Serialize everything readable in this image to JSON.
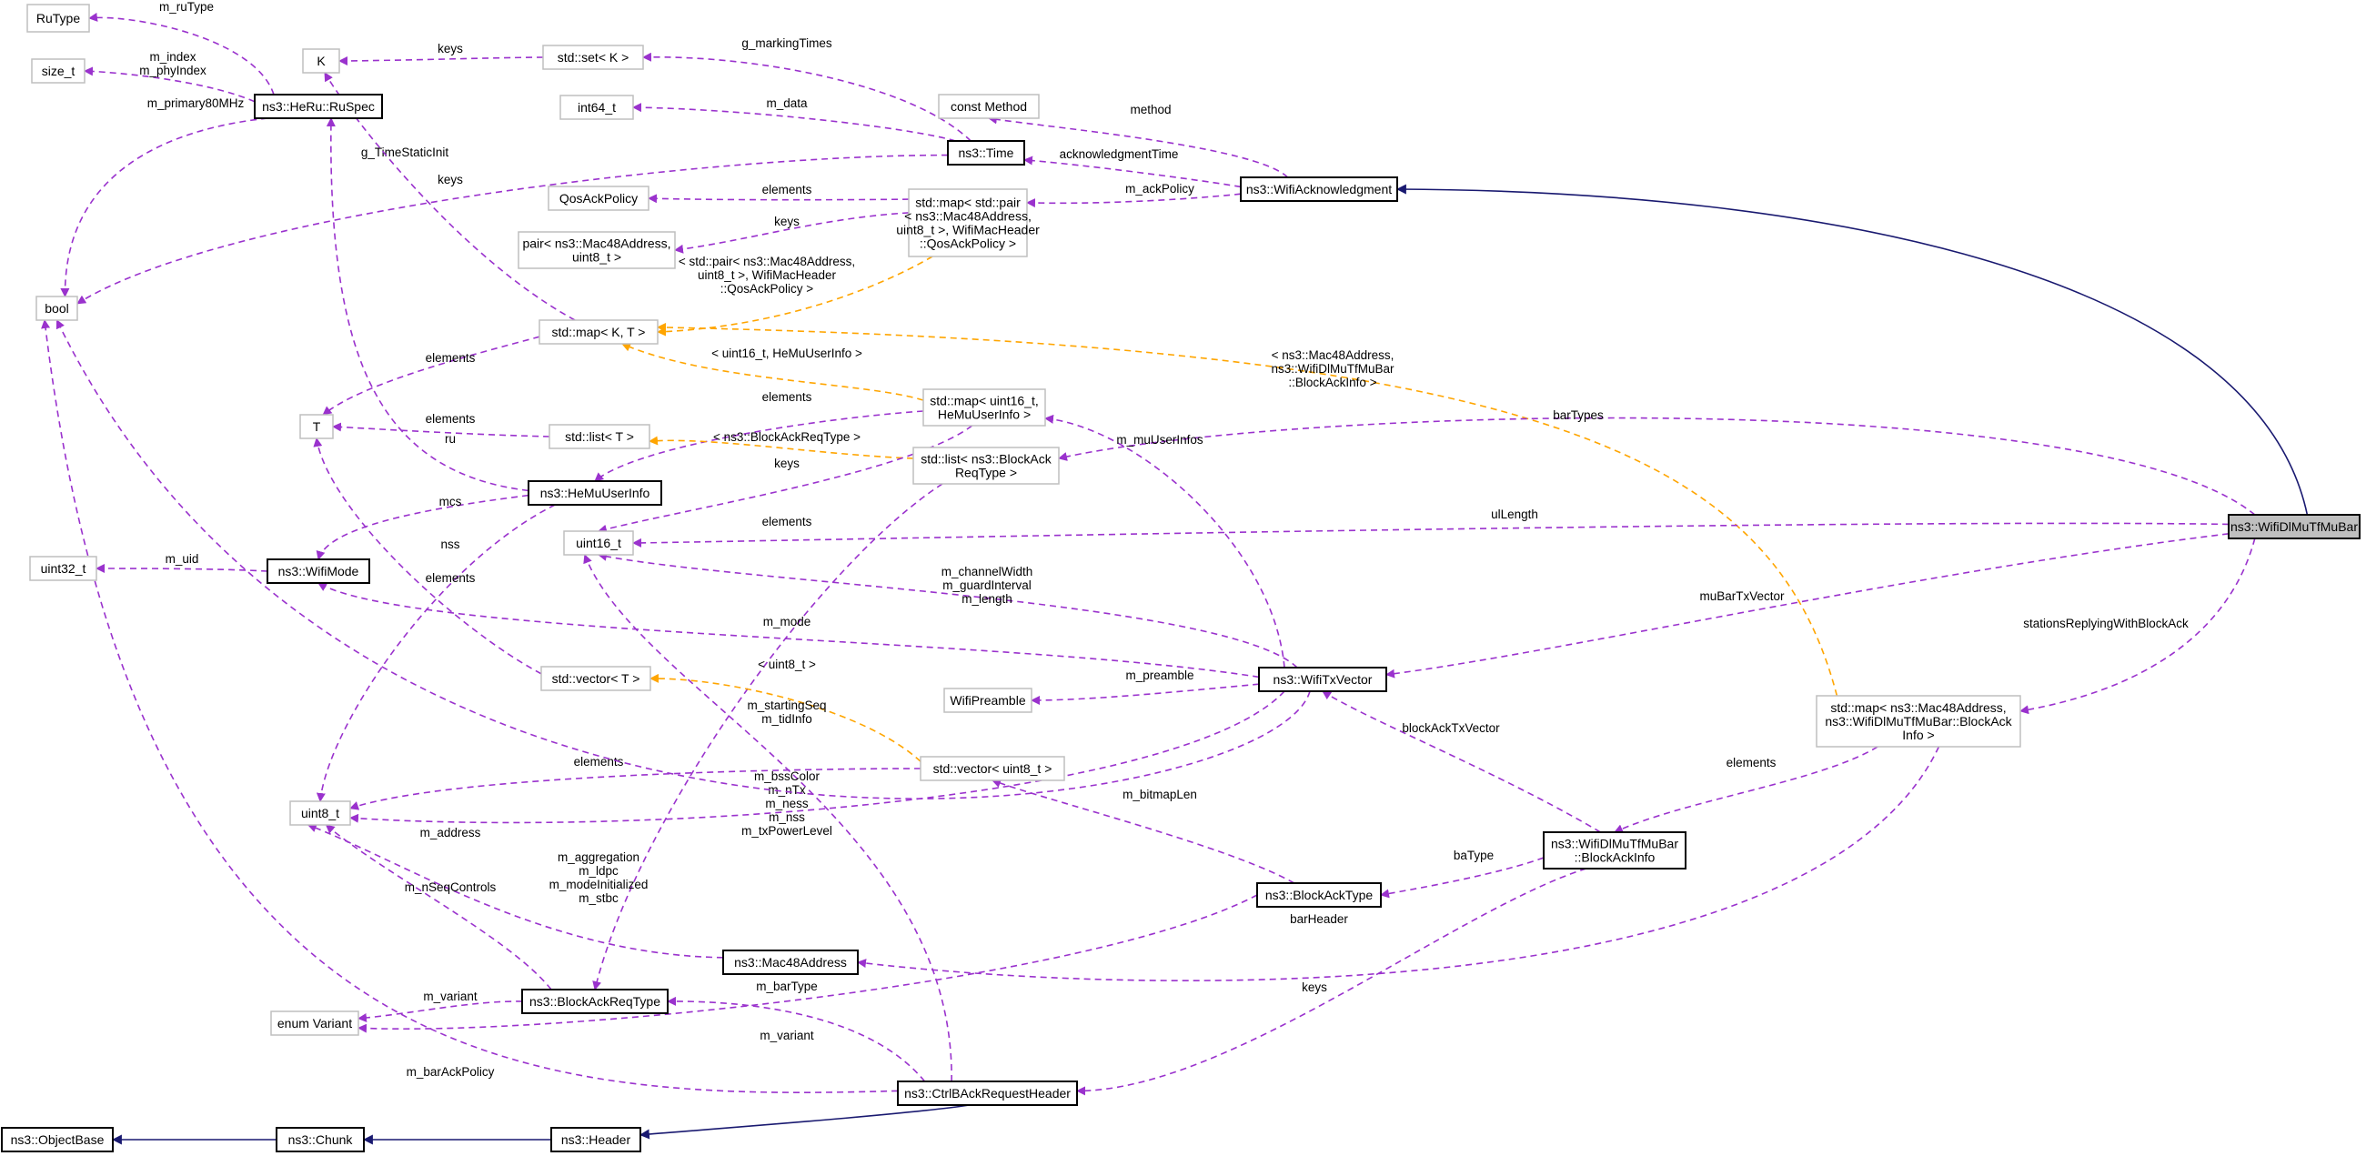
{
  "nodes": {
    "ru_type": {
      "lines": [
        "RuType"
      ],
      "kind": "plain"
    },
    "size_t": {
      "lines": [
        "size_t"
      ],
      "kind": "plain"
    },
    "k": {
      "lines": [
        "K"
      ],
      "kind": "plain"
    },
    "ru_spec": {
      "lines": [
        "ns3::HeRu::RuSpec"
      ],
      "kind": "class"
    },
    "set_k": {
      "lines": [
        "std::set< K >"
      ],
      "kind": "plain"
    },
    "int64": {
      "lines": [
        "int64_t"
      ],
      "kind": "plain"
    },
    "const_method": {
      "lines": [
        "const Method"
      ],
      "kind": "plain"
    },
    "time": {
      "lines": [
        "ns3::Time"
      ],
      "kind": "class"
    },
    "wifi_ack": {
      "lines": [
        "ns3::WifiAcknowledgment"
      ],
      "kind": "class"
    },
    "qos_ack": {
      "lines": [
        "QosAckPolicy"
      ],
      "kind": "plain"
    },
    "map_pair_qos": {
      "lines": [
        "std::map< std::pair",
        "< ns3::Mac48Address,",
        "uint8_t >, WifiMacHeader",
        "::QosAckPolicy >"
      ],
      "kind": "plain"
    },
    "pair_mac": {
      "lines": [
        "pair< ns3::Mac48Address,",
        "uint8_t >"
      ],
      "kind": "plain"
    },
    "bool": {
      "lines": [
        "bool"
      ],
      "kind": "plain"
    },
    "map_kt": {
      "lines": [
        "std::map< K, T >"
      ],
      "kind": "plain"
    },
    "t": {
      "lines": [
        "T"
      ],
      "kind": "plain"
    },
    "map_uint16": {
      "lines": [
        "std::map< uint16_t,",
        "HeMuUserInfo >"
      ],
      "kind": "plain"
    },
    "list_t": {
      "lines": [
        "std::list< T >"
      ],
      "kind": "plain"
    },
    "list_bar": {
      "lines": [
        "std::list< ns3::BlockAck",
        "ReqType >"
      ],
      "kind": "plain"
    },
    "he_mu": {
      "lines": [
        "ns3::HeMuUserInfo"
      ],
      "kind": "class"
    },
    "uint16": {
      "lines": [
        "uint16_t"
      ],
      "kind": "plain"
    },
    "focus": {
      "lines": [
        "ns3::WifiDlMuTfMuBar"
      ],
      "kind": "focus"
    },
    "uint32": {
      "lines": [
        "uint32_t"
      ],
      "kind": "plain"
    },
    "wifi_mode": {
      "lines": [
        "ns3::WifiMode"
      ],
      "kind": "class"
    },
    "vector_t": {
      "lines": [
        "std::vector< T >"
      ],
      "kind": "plain"
    },
    "wifi_tx": {
      "lines": [
        "ns3::WifiTxVector"
      ],
      "kind": "class"
    },
    "wifi_pre": {
      "lines": [
        "WifiPreamble"
      ],
      "kind": "plain"
    },
    "map_bai": {
      "lines": [
        "std::map< ns3::Mac48Address,",
        "ns3::WifiDlMuTfMuBar::BlockAck",
        "Info >"
      ],
      "kind": "plain"
    },
    "vector_u8": {
      "lines": [
        "std::vector< uint8_t >"
      ],
      "kind": "plain"
    },
    "uint8": {
      "lines": [
        "uint8_t"
      ],
      "kind": "plain"
    },
    "bai": {
      "lines": [
        "ns3::WifiDlMuTfMuBar",
        "::BlockAckInfo"
      ],
      "kind": "class"
    },
    "ba_type": {
      "lines": [
        "ns3::BlockAckType"
      ],
      "kind": "class"
    },
    "mac48": {
      "lines": [
        "ns3::Mac48Address"
      ],
      "kind": "class"
    },
    "bar_type": {
      "lines": [
        "ns3::BlockAckReqType"
      ],
      "kind": "class"
    },
    "enum_variant": {
      "lines": [
        "enum Variant"
      ],
      "kind": "plain"
    },
    "ctrl_bar": {
      "lines": [
        "ns3::CtrlBAckRequestHeader"
      ],
      "kind": "class"
    },
    "object_base": {
      "lines": [
        "ns3::ObjectBase"
      ],
      "kind": "class"
    },
    "chunk": {
      "lines": [
        "ns3::Chunk"
      ],
      "kind": "class"
    },
    "header": {
      "lines": [
        "ns3::Header"
      ],
      "kind": "class"
    }
  },
  "edges": {
    "m_ru_type": [
      "m_ruType"
    ],
    "m_index": [
      "m_index",
      "m_phyIndex"
    ],
    "m_primary80": [
      "m_primary80MHz"
    ],
    "g_time_static": [
      "g_TimeStaticInit"
    ],
    "keys_setk": [
      "keys"
    ],
    "keys_mapkt": [
      "keys"
    ],
    "g_marking": [
      "g_markingTimes"
    ],
    "m_data": [
      "m_data"
    ],
    "method": [
      "method"
    ],
    "ack_time": [
      "acknowledgmentTime"
    ],
    "m_ack_policy": [
      "m_ackPolicy"
    ],
    "elements_qos": [
      "elements"
    ],
    "keys_pair": [
      "keys"
    ],
    "tmpl_pair_qos": [
      "< std::pair< ns3::Mac48Address,",
      "uint8_t >, WifiMacHeader",
      "::QosAckPolicy >"
    ],
    "tmpl_bai": [
      "< ns3::Mac48Address,",
      "ns3::WifiDlMuTfMuBar",
      "::BlockAckInfo >"
    ],
    "tmpl_uint16_he": [
      "< uint16_t, HeMuUserInfo >"
    ],
    "elements_t_map": [
      "elements"
    ],
    "elements_he": [
      "elements"
    ],
    "bar_types": [
      "barTypes"
    ],
    "elements_t_list": [
      "elements"
    ],
    "tmpl_list_bar": [
      "< ns3::BlockAckReqType >"
    ],
    "m_mu_user_infos": [
      "m_muUserInfos"
    ],
    "ru": [
      "ru"
    ],
    "keys_uint16": [
      "keys"
    ],
    "mcs": [
      "mcs"
    ],
    "elements_list_bar": [
      "elements"
    ],
    "ul_length": [
      "ulLength"
    ],
    "nss": [
      "nss"
    ],
    "m_uid": [
      "m_uid"
    ],
    "elements_t_vec": [
      "elements"
    ],
    "mu_bar_tx": [
      "muBarTxVector"
    ],
    "m_channel_width": [
      "m_channelWidth",
      "m_guardInterval",
      "m_length"
    ],
    "m_mode": [
      "m_mode"
    ],
    "stations_replying": [
      "stationsReplyingWithBlockAck"
    ],
    "tmpl_uint8": [
      "< uint8_t >"
    ],
    "m_preamble": [
      "m_preamble"
    ],
    "m_starting_seq": [
      "m_startingSeq",
      "m_tidInfo"
    ],
    "block_ack_tx": [
      "blockAckTxVector"
    ],
    "elements_bai": [
      "elements"
    ],
    "elements_u8": [
      "elements"
    ],
    "m_bss_color": [
      "m_bssColor",
      "m_nTx",
      "m_ness",
      "m_nss",
      "m_txPowerLevel"
    ],
    "m_bitmap_len": [
      "m_bitmapLen"
    ],
    "m_address": [
      "m_address"
    ],
    "m_aggregation": [
      "m_aggregation",
      "m_ldpc",
      "m_modeInitialized",
      "m_stbc"
    ],
    "ba_type_edge": [
      "baType"
    ],
    "m_nseq": [
      "m_nSeqControls"
    ],
    "bar_header": [
      "barHeader"
    ],
    "keys_mac": [
      "keys"
    ],
    "m_bar_type": [
      "m_barType"
    ],
    "m_variant1": [
      "m_variant"
    ],
    "m_variant2": [
      "m_variant"
    ],
    "m_bar_ack_policy": [
      "m_barAckPolicy"
    ]
  }
}
